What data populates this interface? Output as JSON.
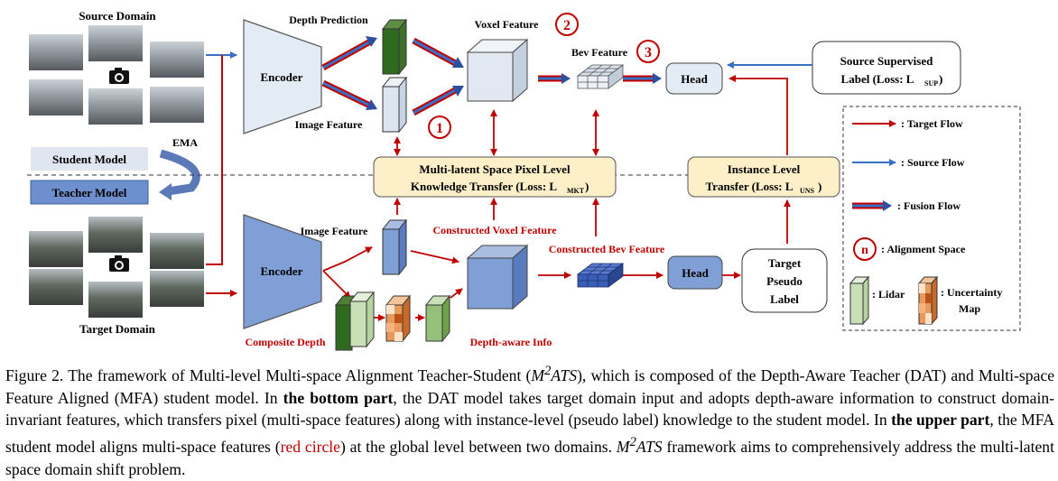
{
  "diagram": {
    "source_domain": "Source Domain",
    "target_domain": "Target Domain",
    "student_model": "Student Model",
    "teacher_model": "Teacher Model",
    "ema": "EMA",
    "encoder_top": "Encoder",
    "encoder_bottom": "Encoder",
    "depth_prediction": "Depth Prediction",
    "image_feature_top": "Image Feature",
    "image_feature_bottom": "Image Feature",
    "voxel_feature": "Voxel Feature",
    "bev_feature": "Bev Feature",
    "head_top": "Head",
    "head_bottom": "Head",
    "source_label_line1": "Source Supervised",
    "source_label_line2": "Label (Loss: L",
    "source_label_sub": "SUP",
    "mkt_line1": "Multi-latent Space Pixel Level",
    "mkt_line2": "Knowledge Transfer (Loss: L",
    "mkt_sub": "MKT",
    "uns_line1": "Instance Level",
    "uns_line2": "Transfer (Loss: L",
    "uns_sub": "UNS",
    "constructed_voxel": "Constructed Voxel Feature",
    "constructed_bev": "Constructed Bev Feature",
    "target_pseudo_line1": "Target",
    "target_pseudo_line2": "Pseudo",
    "target_pseudo_line3": "Label",
    "composite_depth": "Composite Depth",
    "depth_aware": "Depth-aware Info",
    "circle_1": "1",
    "circle_2": "2",
    "circle_3": "3",
    "legend": {
      "target_flow": ": Target Flow",
      "source_flow": ": Source Flow",
      "fusion_flow": ": Fusion Flow",
      "alignment_symbol": "n",
      "alignment_space": ": Alignment Space",
      "lidar": ": Lidar",
      "uncertainty_line1": ": Uncertainty",
      "uncertainty_line2": "Map"
    }
  },
  "caption": {
    "p1": "Figure 2.  The framework of Multi-level Multi-space Alignment Teacher-Student (",
    "m2ats_1": "M",
    "m2ats_1_sup": "2",
    "m2ats_1_rest": "ATS",
    "p2": "), which is composed of the Depth-Aware Teacher (DAT) and Multi-space Feature Aligned (MFA) student model. In ",
    "b1": "the bottom part",
    "p3": ", the DAT model takes target domain input and adopts depth-aware information to construct domain-invariant features, which transfers pixel (multi-space features) along with instance-level (pseudo label) knowledge to the student model. In ",
    "b2": "the upper part",
    "p4": ", the MFA student model aligns multi-space features (",
    "red": "red circle",
    "p5": ") at the global level between two domains. ",
    "m2ats_2": "M",
    "m2ats_2_sup": "2",
    "m2ats_2_rest": "ATS",
    "p6": " framework aims to comprehensively address the multi-latent space domain shift problem."
  },
  "colors": {
    "target_flow": "#c00000",
    "source_flow": "#3a6fc4",
    "module_fill": "#fdf0c8",
    "encoder_student": "#e3ebf5",
    "encoder_teacher": "#7f9fd6",
    "depth_green": "#2f6b1f",
    "lidar_green": "#c8e0b8"
  }
}
